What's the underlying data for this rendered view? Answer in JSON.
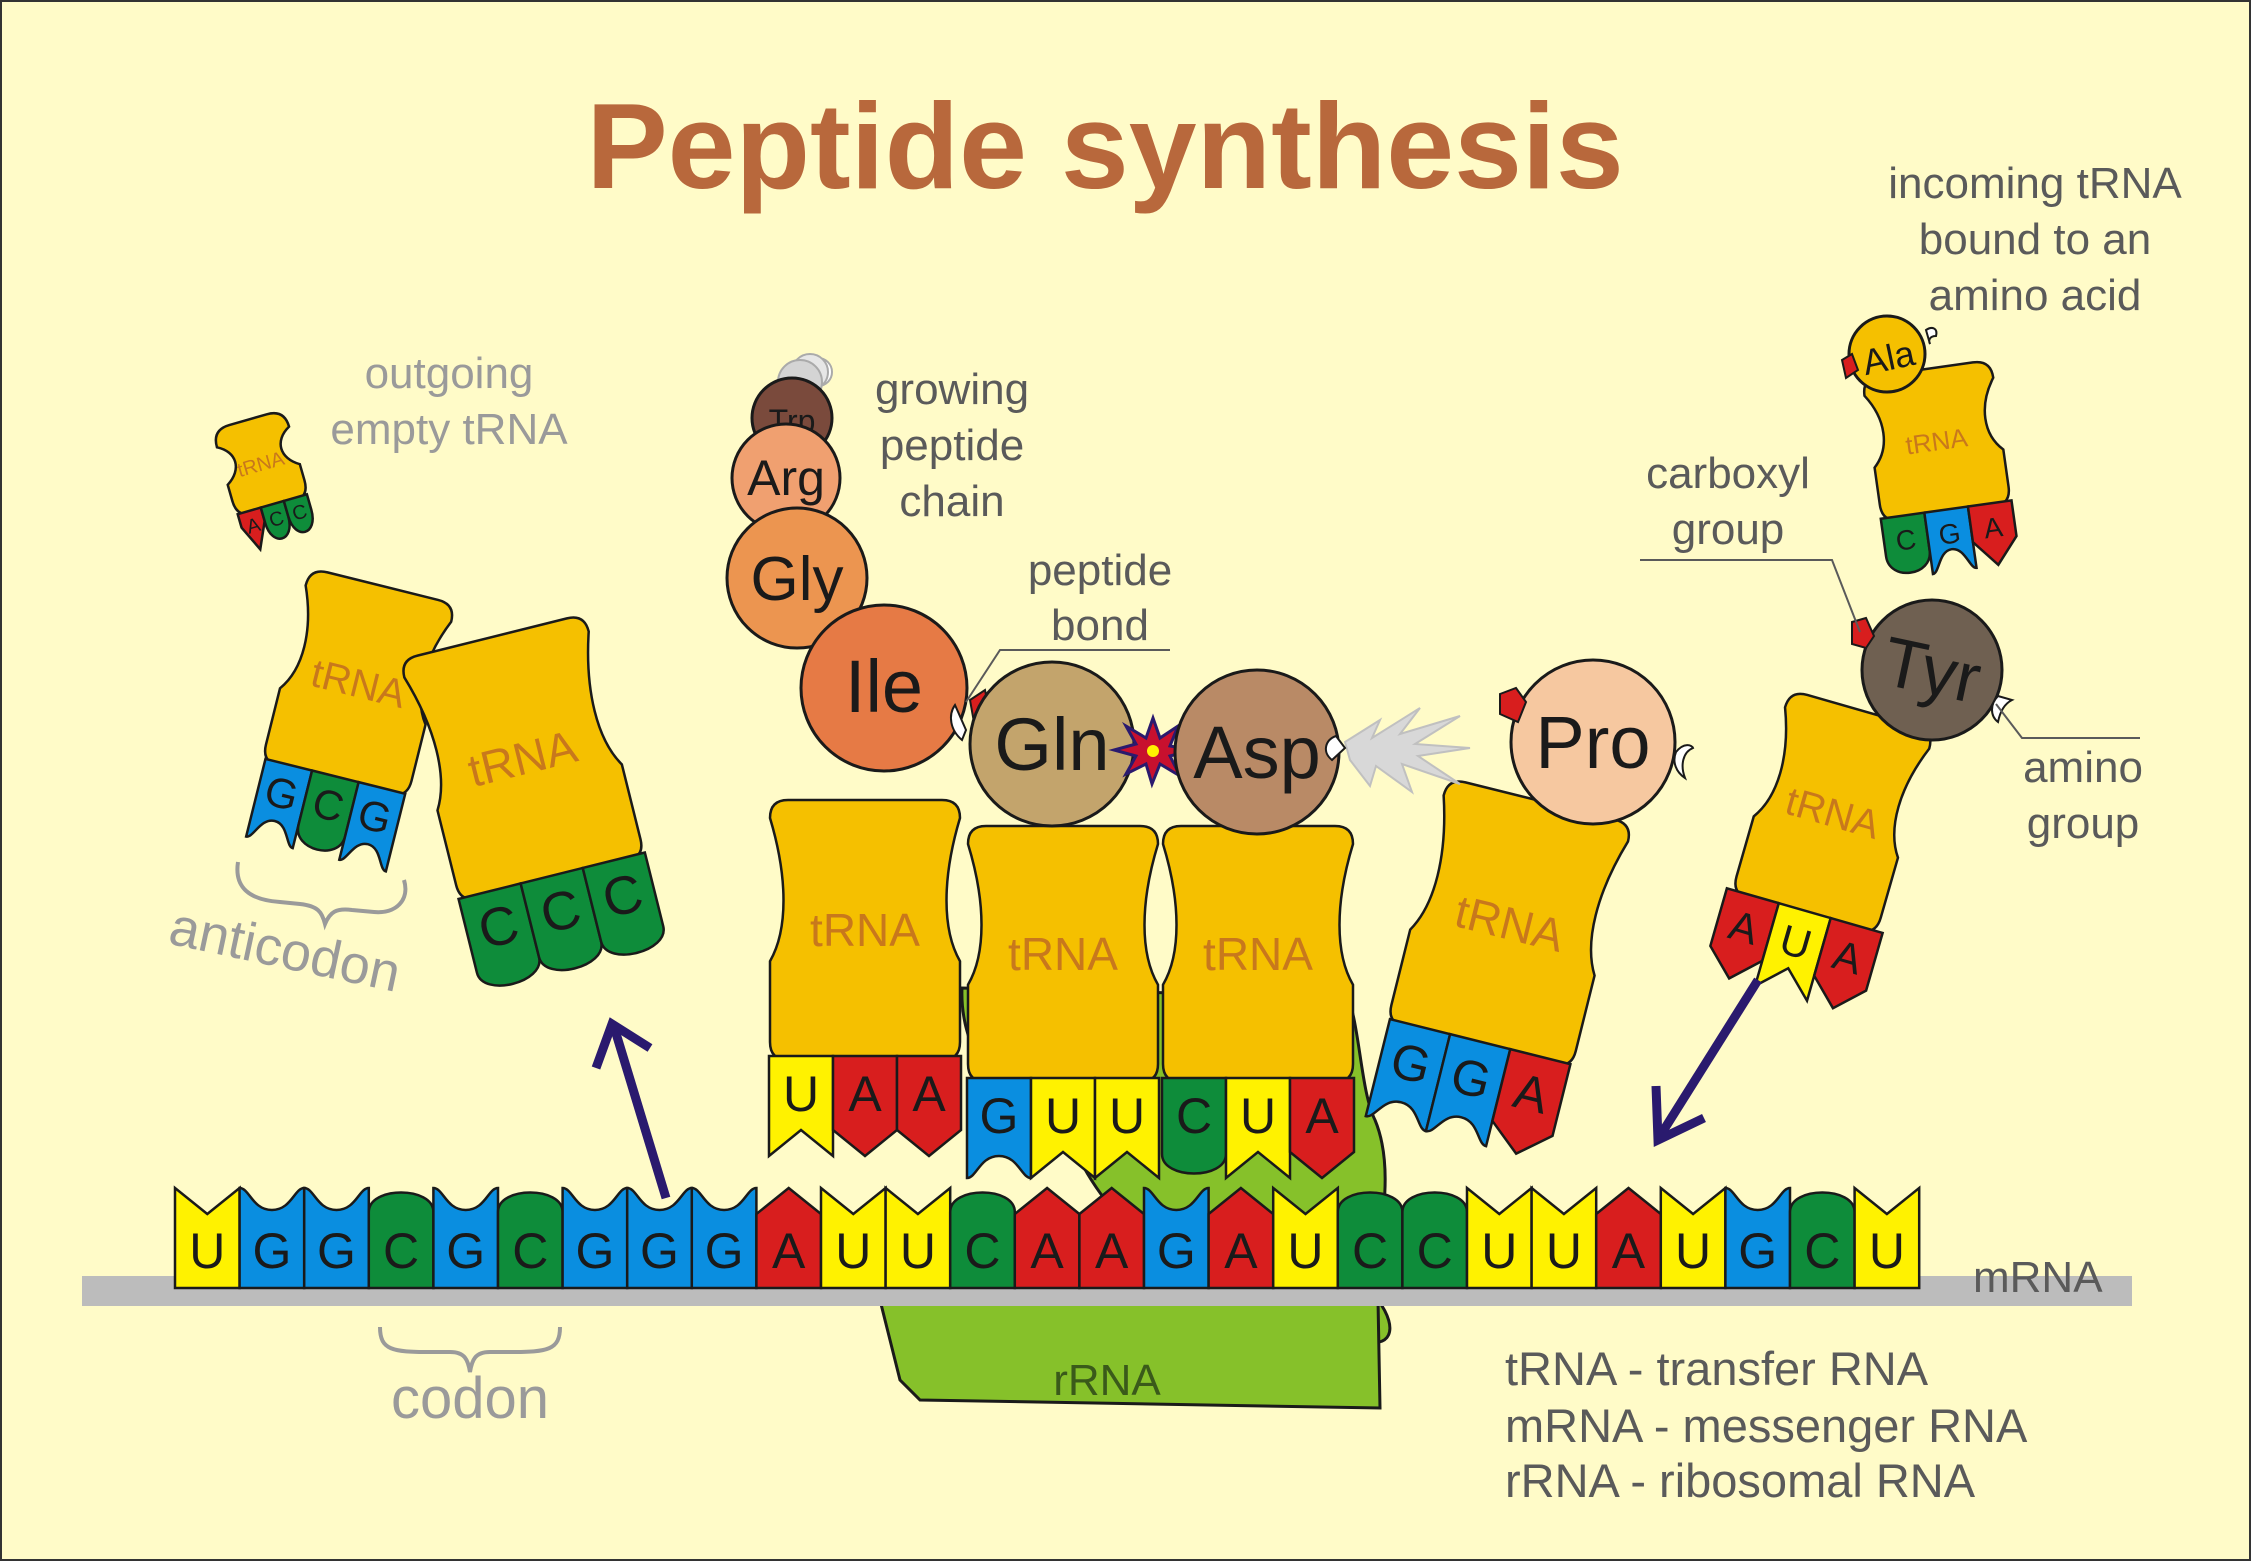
{
  "title": "Peptide synthesis",
  "colors": {
    "background": "#fffbc8",
    "title": "#b8683c",
    "label": "#5a5a5a",
    "label_light": "#9a9a9a",
    "trna_body": "#f5c000",
    "trna_text": "#c8781c",
    "arrow": "#2a1a6e",
    "rrna": "#86c12a",
    "mrna_strand": "#bcbcbc",
    "base_U": "#fff200",
    "base_G": "#0a8ee0",
    "base_C": "#0e8c3a",
    "base_A": "#d81e1e",
    "Ile": "#e67a45",
    "Gly": "#ec9550",
    "Arg": "#f0a070",
    "Trp": "#7a4a3c",
    "Gln": "#c3a46c",
    "Asp": "#b98a66",
    "Pro": "#f6c8a0",
    "Tyr": "#6f6051",
    "Ala": "#f5c000"
  },
  "labels": {
    "outgoing": [
      "outgoing",
      "empty tRNA"
    ],
    "growing": [
      "growing",
      "peptide",
      "chain"
    ],
    "peptide_bond": [
      "peptide",
      "bond"
    ],
    "carboxyl": [
      "carboxyl",
      "group"
    ],
    "incoming": [
      "incoming tRNA",
      "bound to an",
      "amino acid"
    ],
    "amino_group": [
      "amino",
      "group"
    ],
    "anticodon": "anticodon",
    "codon": "codon",
    "mrna": "mRNA",
    "rrna": "rRNA",
    "trna": "tRNA"
  },
  "legend": [
    "tRNA - transfer RNA",
    "mRNA - messenger RNA",
    "rRNA - ribosomal RNA"
  ],
  "mrna_sequence": [
    "U",
    "G",
    "G",
    "C",
    "G",
    "C",
    "G",
    "G",
    "G",
    "A",
    "U",
    "U",
    "C",
    "A",
    "A",
    "G",
    "A",
    "U",
    "C",
    "C",
    "U",
    "U",
    "A",
    "U",
    "G",
    "C",
    "U"
  ],
  "anticodons": {
    "outgoing_small": [
      "A",
      "C",
      "C"
    ],
    "outgoing_upper": [
      "G",
      "C",
      "G"
    ],
    "outgoing_big": [
      "C",
      "C",
      "C"
    ],
    "site1": [
      "U",
      "A",
      "A"
    ],
    "site2": [
      "G",
      "U",
      "U"
    ],
    "site3": [
      "C",
      "U",
      "A"
    ],
    "site4": [
      "G",
      "G",
      "A"
    ],
    "incoming_tyr": [
      "A",
      "U",
      "A"
    ],
    "incoming_ala": [
      "C",
      "G",
      "A"
    ]
  },
  "amino_acids": {
    "trp": "Trp",
    "arg": "Arg",
    "gly": "Gly",
    "ile": "Ile",
    "gln": "Gln",
    "asp": "Asp",
    "pro": "Pro",
    "tyr": "Tyr",
    "ala": "Ala"
  }
}
